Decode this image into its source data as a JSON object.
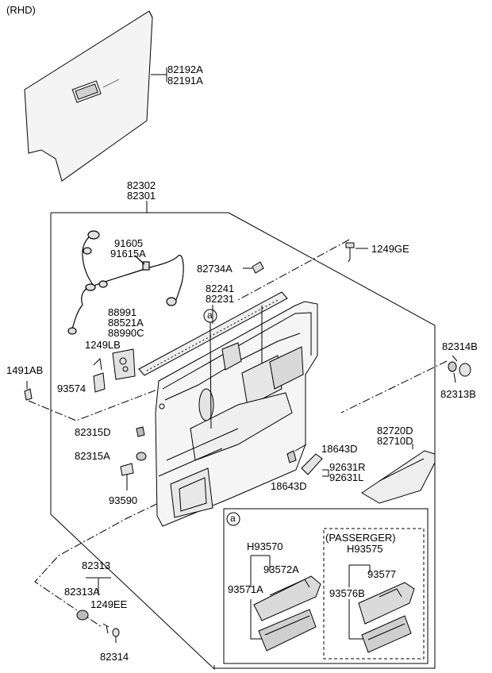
{
  "header": {
    "variant": "(RHD)"
  },
  "parts": {
    "trim_line1": "82192A",
    "trim_line2": "82191A",
    "panel_line1": "82302",
    "panel_line2": "82301",
    "harness_line1": "91605",
    "harness_line2": "91615A",
    "bolt": "1249GE",
    "clip_82734": "82734A",
    "weatherstrip_line1": "82241",
    "weatherstrip_line2": "82231",
    "switch_line1": "88991",
    "switch_line2": "88521A",
    "switch_line3": "88990C",
    "screw_1249lb": "1249LB",
    "clip_1491": "1491AB",
    "switch_93574": "93574",
    "fastener_82314b": "82314B",
    "fastener_82313b": "82313B",
    "clip_82315d": "82315D",
    "clip_82315a": "82315A",
    "lamp_93590": "93590",
    "armrest_line1": "82720D",
    "armrest_line2": "82710D",
    "cover_18643d_top": "18643D",
    "cover_18643d_bottom": "18643D",
    "bracket_line1": "92631R",
    "bracket_line2": "92631L",
    "grip_82313": "82313",
    "grip_82313a": "82313A",
    "screw_1249ee": "1249EE",
    "cap_82314": "82314"
  },
  "detail": {
    "callout_marker": "a",
    "inset_marker": "a",
    "driver_assy": "H93570",
    "driver_upper": "93572A",
    "driver_lower": "93571A",
    "passenger_heading": "(PASSERGER)",
    "passenger_assy": "H93575",
    "passenger_upper": "93577",
    "passenger_lower": "93576B"
  },
  "colors": {
    "line": "#000000",
    "part_fill": "#f2f2f2",
    "shade": "#b8b8b8"
  }
}
